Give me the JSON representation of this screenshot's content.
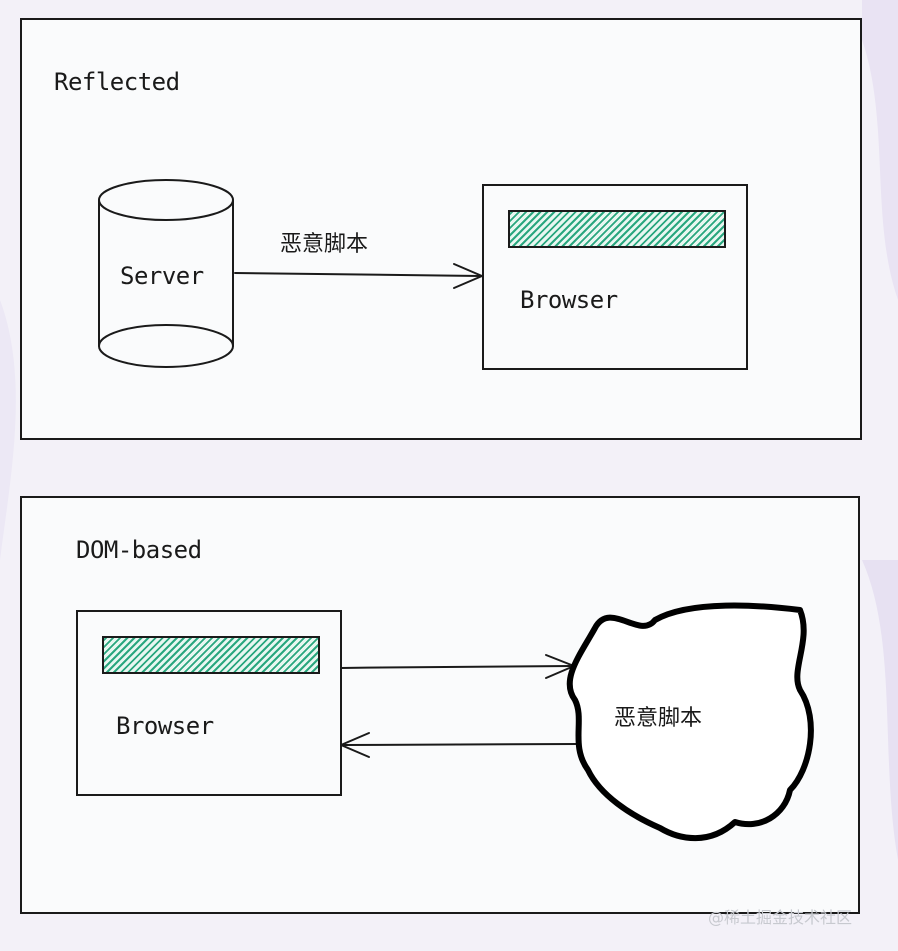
{
  "reflected": {
    "title": "Reflected",
    "server_label": "Server",
    "script_label": "恶意脚本",
    "browser_label": "Browser"
  },
  "dom_based": {
    "title": "DOM-based",
    "browser_label": "Browser",
    "script_label": "恶意脚本"
  },
  "watermark": "@稀土掘金技术社区",
  "colors": {
    "hatch": "#2aa77f",
    "stroke": "#1a1a1a",
    "panel": "#fafbfc"
  }
}
